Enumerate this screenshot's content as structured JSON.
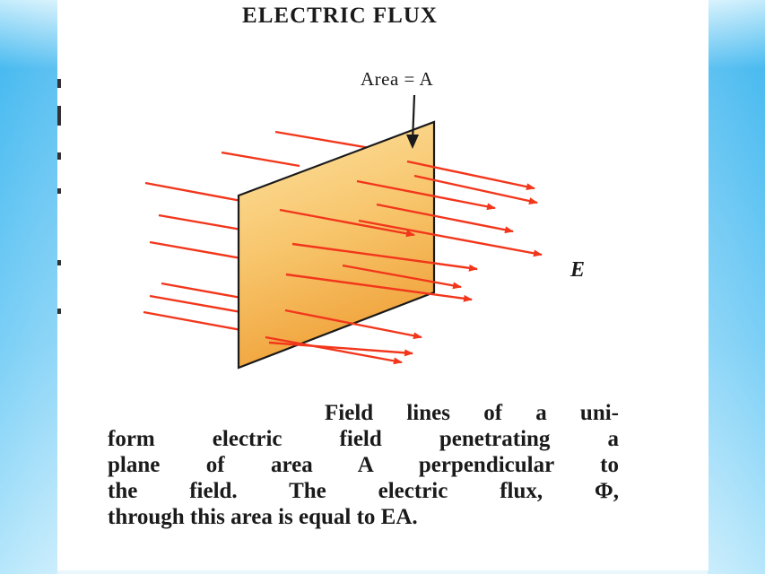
{
  "title": "ELECTRIC FLUX",
  "area_label": "Area = A",
  "field_label": "E",
  "caption_lines": [
    "Field lines of a uni-",
    "form electric field penetrating a",
    "plane of area A perpendicular to",
    "the field. The electric flux, Φ,",
    "through this area is equal to EA."
  ],
  "colors": {
    "arrow": "#f2361b",
    "plane_fill_top": "#fbd68a",
    "plane_fill_bottom": "#f0a93c",
    "plane_edge": "#1a1a1a",
    "border_glow": "#45b8ef"
  }
}
